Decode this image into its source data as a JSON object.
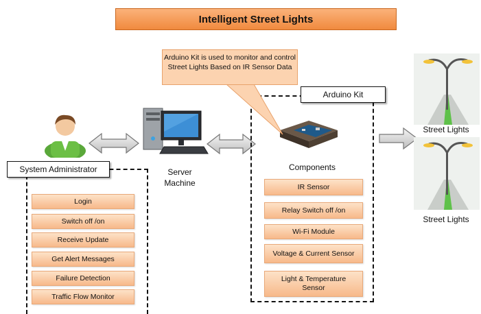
{
  "title": "Intelligent Street Lights",
  "callout": "Arduino Kit is used to monitor and control Street Lights Based on IR Sensor Data",
  "admin": {
    "label": "System Administrator",
    "items": [
      "Login",
      "Switch off /on",
      "Receive Update",
      "Get Alert Messages",
      "Failure Detection",
      "Traffic Flow Monitor"
    ]
  },
  "server": {
    "line1": "Server",
    "line2": "Machine"
  },
  "arduino": {
    "label": "Arduino Kit",
    "components_label": "Components",
    "items": [
      "IR Sensor",
      "Relay Switch off /on",
      "Wi-Fi Module",
      "Voltage & Current Sensor",
      "Light & Temperature Sensor"
    ]
  },
  "street_lights": [
    "Street Lights",
    "Street Lights"
  ]
}
